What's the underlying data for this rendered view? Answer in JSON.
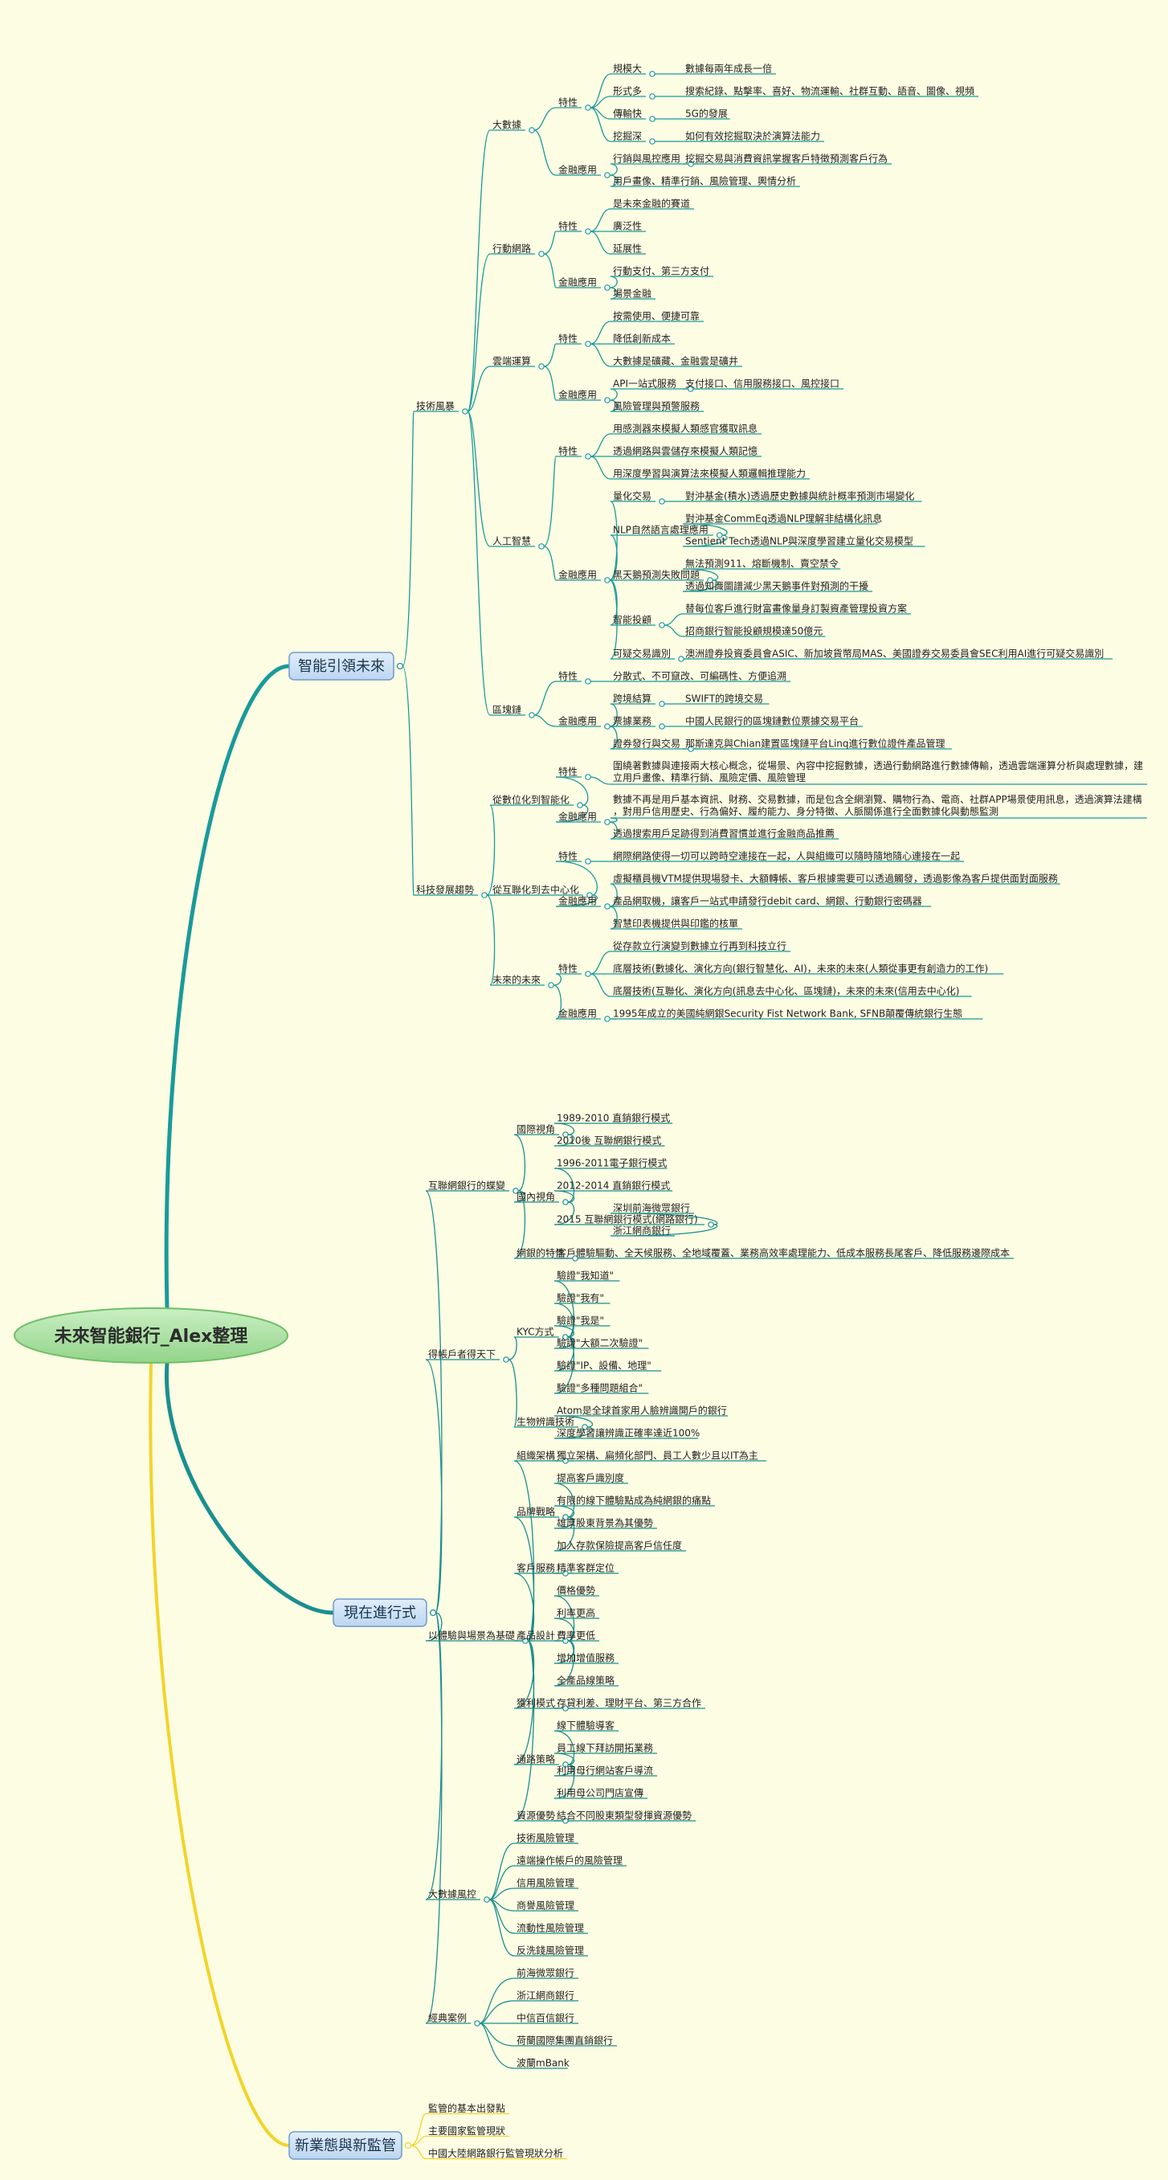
{
  "title": "未來智能銀行_Alex整理",
  "branches": [
    {
      "label": "智能引領未來",
      "children": [
        {
          "label": "技術風暴",
          "children": [
            {
              "label": "大數據",
              "children": [
                {
                  "label": "特性",
                  "children": [
                    {
                      "label": "規模大",
                      "children": [
                        {
                          "label": "數據每兩年成長一倍"
                        }
                      ]
                    },
                    {
                      "label": "形式多",
                      "children": [
                        {
                          "label": "搜索紀錄、點擊率、喜好、物流運輸、社群互動、語音、圖像、視頻"
                        }
                      ]
                    },
                    {
                      "label": "傳輸快",
                      "children": [
                        {
                          "label": "5G的發展"
                        }
                      ]
                    },
                    {
                      "label": "挖掘深",
                      "children": [
                        {
                          "label": "如何有效挖掘取決於演算法能力"
                        }
                      ]
                    }
                  ]
                },
                {
                  "label": "金融應用",
                  "children": [
                    {
                      "label": "行銷與風控應用",
                      "children": [
                        {
                          "label": "挖掘交易與消費資訊掌握客戶特徵預測客戶行為"
                        }
                      ]
                    },
                    {
                      "label": "用戶畫像、精準行銷、風險管理、輿情分析"
                    }
                  ]
                }
              ]
            },
            {
              "label": "行動網路",
              "children": [
                {
                  "label": "特性",
                  "children": [
                    {
                      "label": "是未來金融的賽道"
                    },
                    {
                      "label": "廣泛性"
                    },
                    {
                      "label": "延展性"
                    }
                  ]
                },
                {
                  "label": "金融應用",
                  "children": [
                    {
                      "label": "行動支付、第三方支付"
                    },
                    {
                      "label": "場景金融"
                    }
                  ]
                }
              ]
            },
            {
              "label": "雲端運算",
              "children": [
                {
                  "label": "特性",
                  "children": [
                    {
                      "label": "按需使用、便捷可靠"
                    },
                    {
                      "label": "降低創新成本"
                    },
                    {
                      "label": "大數據是礦藏、金融雲是礦井"
                    }
                  ]
                },
                {
                  "label": "金融應用",
                  "children": [
                    {
                      "label": "API一站式服務",
                      "children": [
                        {
                          "label": "支付接口、信用服務接口、風控接口"
                        }
                      ]
                    },
                    {
                      "label": "風險管理與預警服務"
                    }
                  ]
                }
              ]
            },
            {
              "label": "人工智慧",
              "children": [
                {
                  "label": "特性",
                  "children": [
                    {
                      "label": "用感測器來模擬人類感官獲取訊息"
                    },
                    {
                      "label": "透過網路與雲儲存來模擬人類記憶"
                    },
                    {
                      "label": "用深度學習與演算法來模擬人類邏輯推理能力"
                    }
                  ]
                },
                {
                  "label": "金融應用",
                  "children": [
                    {
                      "label": "量化交易",
                      "children": [
                        {
                          "label": "對沖基金(積水)透過歷史數據與統計概率預測市場變化"
                        }
                      ]
                    },
                    {
                      "label": "NLP自然語言處理應用",
                      "children": [
                        {
                          "label": "對沖基金CommEq透過NLP理解非結構化訊息"
                        },
                        {
                          "label": "Sentient Tech透過NLP與深度學習建立量化交易模型"
                        }
                      ]
                    },
                    {
                      "label": "黑天鵝預測失敗問題",
                      "children": [
                        {
                          "label": "無法預測911、熔斷機制、賣空禁令"
                        },
                        {
                          "label": "透過知識圖譜減少黑天鵝事件對預測的干擾"
                        }
                      ]
                    },
                    {
                      "label": "智能投顧",
                      "children": [
                        {
                          "label": "替每位客戶進行財富畫像量身訂製資產管理投資方案"
                        },
                        {
                          "label": "招商銀行智能投顧規模達50億元"
                        }
                      ]
                    },
                    {
                      "label": "可疑交易識別",
                      "children": [
                        {
                          "label": "澳洲證券投資委員會ASIC、新加坡貨幣局MAS、美國證券交易委員會SEC利用AI進行可疑交易識別"
                        }
                      ]
                    }
                  ]
                }
              ]
            },
            {
              "label": "區塊鏈",
              "children": [
                {
                  "label": "特性",
                  "children": [
                    {
                      "label": "分散式、不可竄改、可編碼性、方便追溯"
                    }
                  ]
                },
                {
                  "label": "金融應用",
                  "children": [
                    {
                      "label": "跨境結算",
                      "children": [
                        {
                          "label": "SWIFT的跨境交易"
                        }
                      ]
                    },
                    {
                      "label": "票據業務",
                      "children": [
                        {
                          "label": "中國人民銀行的區塊鏈數位票據交易平台"
                        }
                      ]
                    },
                    {
                      "label": "證券發行與交易",
                      "children": [
                        {
                          "label": "那斯達克與Chian建置區塊鏈平台Linq進行數位證件產品管理"
                        }
                      ]
                    }
                  ]
                }
              ]
            }
          ]
        },
        {
          "label": "科技發展趨勢",
          "children": [
            {
              "label": "從數位化到智能化",
              "children": [
                {
                  "label": "特性",
                  "children": [
                    {
                      "label": "圍繞著數據與連接兩大核心概念，從場景、內容中挖掘數據，透過行動網路進行數據傳輸，透過雲端運算分析與處理數據，建立用戶畫像、精準行銷、風險定價、風險管理"
                    }
                  ]
                },
                {
                  "label": "金融應用",
                  "children": [
                    {
                      "label": "數據不再是用戶基本資訊、財務、交易數據，而是包含全網瀏覽、購物行為、電商、社群APP場景使用訊息，透過演算法建構，對用戶信用歷史、行為偏好、履約能力、身分特徵、人脈關係進行全面數據化與動態監測"
                    },
                    {
                      "label": "透過搜索用戶足跡得到消費習慣並進行金融商品推薦"
                    }
                  ]
                }
              ]
            },
            {
              "label": "從互聯化到去中心化",
              "children": [
                {
                  "label": "特性",
                  "children": [
                    {
                      "label": "網際網路使得一切可以跨時空連接在一起，人與組織可以隨時隨地隨心連接在一起"
                    }
                  ]
                },
                {
                  "label": "金融應用",
                  "children": [
                    {
                      "label": "虛擬櫃員機VTM提供現場發卡、大額轉帳、客戶根據需要可以透過觸發，透過影像為客戶提供面對面服務"
                    },
                    {
                      "label": "產品網取機，讓客戶一站式申請發行debit card、網銀、行動銀行密碼器"
                    },
                    {
                      "label": "智慧印表機提供與印鑑的核單"
                    }
                  ]
                }
              ]
            },
            {
              "label": "未來的未來",
              "children": [
                {
                  "label": "特性",
                  "children": [
                    {
                      "label": "從存款立行演變到數據立行再到科技立行"
                    },
                    {
                      "label": "底層技術(數據化、演化方向(銀行智慧化、AI)，未來的未來(人類從事更有創造力的工作)"
                    },
                    {
                      "label": "底層技術(互聯化、演化方向(訊息去中心化、區塊鏈)，未來的未來(信用去中心化)"
                    }
                  ]
                },
                {
                  "label": "金融應用",
                  "children": [
                    {
                      "label": "1995年成立的美國純網銀Security Fist Network Bank, SFNB顛覆傳統銀行生態"
                    }
                  ]
                }
              ]
            }
          ]
        }
      ]
    },
    {
      "label": "現在進行式",
      "children": [
        {
          "label": "互聯網銀行的蝶變",
          "children": [
            {
              "label": "國際視角",
              "children": [
                {
                  "label": "1989-2010 直銷銀行模式"
                },
                {
                  "label": "2010後 互聯網銀行模式"
                }
              ]
            },
            {
              "label": "國內視角",
              "children": [
                {
                  "label": "1996-2011電子銀行模式"
                },
                {
                  "label": "2012-2014 直銷銀行模式"
                },
                {
                  "label": "2015 互聯網銀行模式(網路銀行)",
                  "children": [
                    {
                      "label": "深圳前海微眾銀行"
                    },
                    {
                      "label": "浙江網商銀行"
                    }
                  ]
                }
              ]
            },
            {
              "label": "網銀的特性",
              "children": [
                {
                  "label": "客戶體驗驅動、全天候服務、全地域覆蓋、業務高效率處理能力、低成本服務長尾客戶、降低服務邊際成本"
                }
              ]
            }
          ]
        },
        {
          "label": "得帳戶者得天下",
          "children": [
            {
              "label": "KYC方式",
              "children": [
                {
                  "label": "驗證\"我知道\""
                },
                {
                  "label": "驗證\"我有\""
                },
                {
                  "label": "驗證\"我是\""
                },
                {
                  "label": "驗證\"大額二次驗證\""
                },
                {
                  "label": "驗證\"IP、設備、地理\""
                },
                {
                  "label": "驗證\"多種問題組合\""
                }
              ]
            },
            {
              "label": "生物辨識技術",
              "children": [
                {
                  "label": "Atom是全球首家用人臉辨識開戶的銀行"
                },
                {
                  "label": "深度學習讓辨識正確率達近100%"
                }
              ]
            }
          ]
        },
        {
          "label": "以體驗與場景為基礎",
          "children": [
            {
              "label": "組織架構",
              "children": [
                {
                  "label": "獨立架構、扁頻化部門、員工人數少且以IT為主"
                }
              ]
            },
            {
              "label": "品牌戰略",
              "children": [
                {
                  "label": "提高客戶識別度"
                },
                {
                  "label": "有限的線下體驗點成為純網銀的痛點"
                },
                {
                  "label": "雄厚股東背景為其優勢"
                },
                {
                  "label": "加入存款保險提高客戶信任度"
                }
              ]
            },
            {
              "label": "客戶服務",
              "children": [
                {
                  "label": "精準客群定位"
                }
              ]
            },
            {
              "label": "產品設計",
              "children": [
                {
                  "label": "價格優勢"
                },
                {
                  "label": "利率更高"
                },
                {
                  "label": "費率更低"
                },
                {
                  "label": "增加增值服務"
                },
                {
                  "label": "全產品線策略"
                }
              ]
            },
            {
              "label": "獲利模式",
              "children": [
                {
                  "label": "存貸利差、理財平台、第三方合作"
                }
              ]
            },
            {
              "label": "通路策略",
              "children": [
                {
                  "label": "線下體驗導客"
                },
                {
                  "label": "員工線下拜訪開拓業務"
                },
                {
                  "label": "利用母行網站客戶導流"
                },
                {
                  "label": "利用母公司門店宣傳"
                }
              ]
            },
            {
              "label": "資源優勢",
              "children": [
                {
                  "label": "結合不同股東類型發揮資源優勢"
                }
              ]
            }
          ]
        },
        {
          "label": "大數據風控",
          "children": [
            {
              "label": "技術風險管理"
            },
            {
              "label": "遠端操作帳戶的風險管理"
            },
            {
              "label": "信用風險管理"
            },
            {
              "label": "商譽風險管理"
            },
            {
              "label": "流動性風險管理"
            },
            {
              "label": "反洗錢風險管理"
            }
          ]
        },
        {
          "label": "經典案例",
          "children": [
            {
              "label": "前海微眾銀行"
            },
            {
              "label": "浙江網商銀行"
            },
            {
              "label": "中信百信銀行"
            },
            {
              "label": "荷蘭國際集團直銷銀行"
            },
            {
              "label": "波蘭mBank"
            }
          ]
        }
      ]
    },
    {
      "label": "新業態與新監管",
      "children": [
        {
          "label": "監管的基本出發點"
        },
        {
          "label": "主要國家監管現狀"
        },
        {
          "label": "中國大陸網路銀行監管現狀分析"
        }
      ]
    }
  ],
  "colors": {
    "background": "#fdfde4",
    "branch_smart": "#1a9a9a",
    "branch_now": "#1a8f8f",
    "branch_new": "#f2d42a",
    "root_fill": "#a7e0a0",
    "node_fill": "#cfe3f5",
    "leaf_line": "#2fa3a8"
  }
}
